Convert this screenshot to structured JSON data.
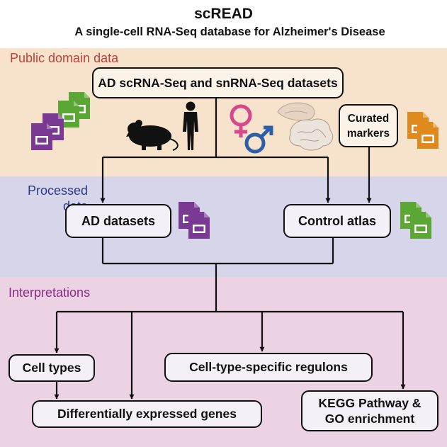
{
  "header": {
    "title": "scREAD",
    "subtitle": "A single-cell RNA-Seq database for Alzheimer's Disease"
  },
  "sections": {
    "public": "Public domain data",
    "processed": "Processed data",
    "interpretations": "Interpretations"
  },
  "nodes": {
    "source_datasets": "AD scRNA-Seq and snRNA-Seq datasets",
    "curated_markers": "Curated markers",
    "ad_datasets": "AD datasets",
    "control_atlas": "Control atlas",
    "cell_types": "Cell types",
    "regulons": "Cell-type-specific regulons",
    "deg": "Differentially expressed genes",
    "kegg_go": "KEGG Pathway & GO enrichment"
  },
  "colors": {
    "public_band": "#f7e3cc",
    "processed_band": "#d6d5ea",
    "interpretations_band": "#ebd3e4",
    "public_label": "#c0403a",
    "processed_label": "#2d3a8c",
    "interpretations_label": "#8e2a85",
    "file_green": "#5aa833",
    "file_purple": "#7a3a93",
    "file_orange": "#e08a1e",
    "female_symbol": "#d6478c",
    "male_symbol": "#2c5ea8"
  },
  "icons": [
    "file-stack-icon",
    "mouse-icon",
    "human-icon",
    "female-icon",
    "male-icon",
    "mouse-brain-icon",
    "human-brain-icon"
  ]
}
